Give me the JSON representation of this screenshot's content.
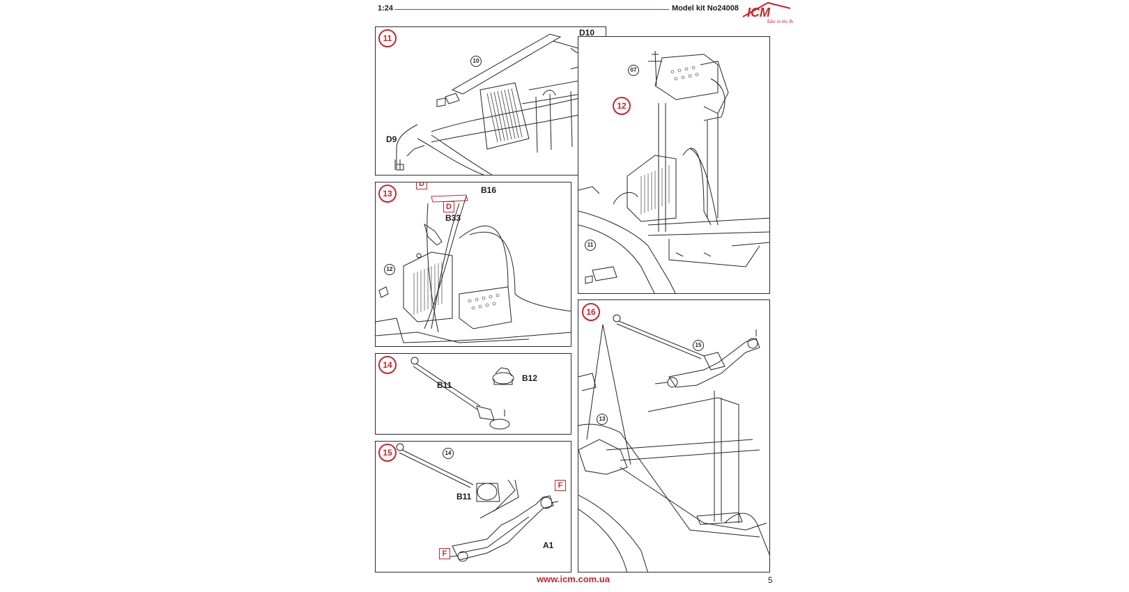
{
  "header": {
    "scale": "1:24",
    "kit_label": "Model kit No24008",
    "brand": "ICM",
    "tagline": "Take in the Real"
  },
  "colors": {
    "accent": "#c8242b",
    "line": "#2a2a2a"
  },
  "steps": {
    "s11": {
      "num": "11",
      "refs": [
        "10"
      ],
      "parts": [
        "D10",
        "D9"
      ]
    },
    "s12": {
      "num": "12",
      "refs": [
        "07",
        "11"
      ]
    },
    "s13": {
      "num": "13",
      "refs": [
        "12"
      ],
      "parts": [
        "B16",
        "B33"
      ],
      "paints": [
        "D",
        "D"
      ]
    },
    "s14": {
      "num": "14",
      "parts": [
        "B11",
        "B12"
      ]
    },
    "s15": {
      "num": "15",
      "refs": [
        "14"
      ],
      "parts": [
        "B11",
        "A1"
      ],
      "paints": [
        "F",
        "F"
      ]
    },
    "s16": {
      "num": "16",
      "refs": [
        "15",
        "13"
      ]
    }
  },
  "footer": {
    "url": "www.icm.com.ua",
    "page": "5"
  }
}
